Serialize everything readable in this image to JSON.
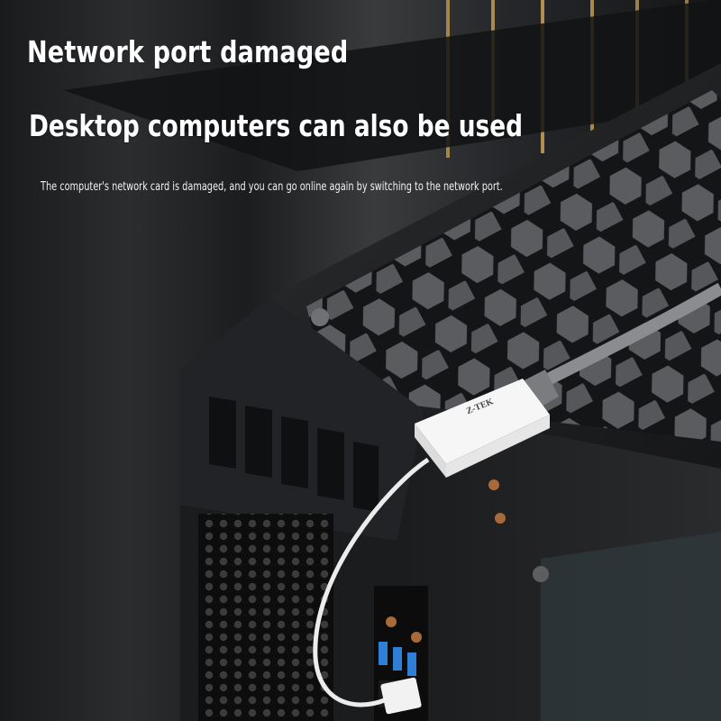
{
  "headline": "Network port damaged",
  "subheadline": "Desktop computers can also be used",
  "caption": "The computer's network card is damaged, and you can go online again by switching to the network port.",
  "product": {
    "brand_label": "Z-TEK"
  },
  "colors": {
    "background": "#222325",
    "case": "#1e1f21",
    "adapter": "#f6f6f6",
    "gold_accent": "#c9a25a",
    "usb_blue": "#2f7fd6"
  }
}
